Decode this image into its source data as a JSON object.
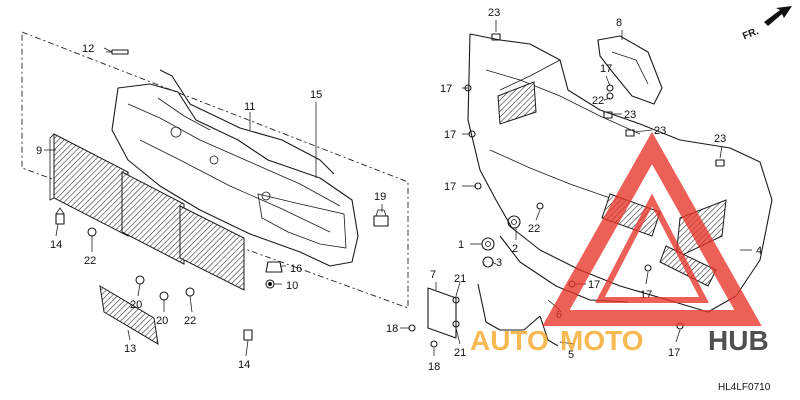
{
  "fr_label": "FR.",
  "diagram_code": "HL4LF0710",
  "watermark": {
    "word1": "AUTO",
    "word2": "MOTO",
    "word3": "HUB",
    "color_red": "#e8342a",
    "color_orange": "#f5a623",
    "color_dark": "#1f1f1f"
  },
  "callouts": {
    "c1": "1",
    "c2": "2",
    "c3": "3",
    "c4": "4",
    "c5": "5",
    "c6": "6",
    "c7": "7",
    "c8": "8",
    "c9": "9",
    "c10": "10",
    "c11": "11",
    "c12": "12",
    "c13": "13",
    "c14": "14",
    "c15": "15",
    "c16": "16",
    "c17": "17",
    "c18": "18",
    "c19": "19",
    "c20": "20",
    "c21": "21",
    "c22": "22",
    "c23": "23"
  }
}
